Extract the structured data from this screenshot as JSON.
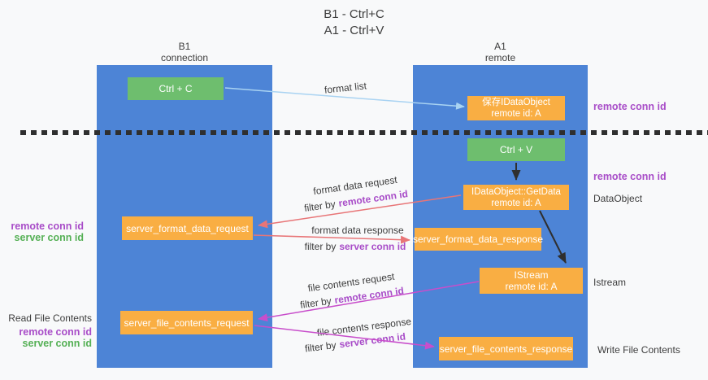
{
  "title": {
    "line1": "B1 - Ctrl+C",
    "line2": "A1 - Ctrl+V"
  },
  "columns": {
    "left": {
      "name": "B1",
      "role": "connection"
    },
    "right": {
      "name": "A1",
      "role": "remote"
    }
  },
  "nodes": {
    "ctrl_c": {
      "label": "Ctrl + C"
    },
    "save_dataobject": {
      "line1": "保存IDataObject",
      "line2": "remote id: A"
    },
    "ctrl_v": {
      "label": "Ctrl + V"
    },
    "getdata": {
      "line1": "IDataObject::GetData",
      "line2": "remote id: A"
    },
    "server_format_data_request": {
      "label": "server_format_data_request"
    },
    "server_format_data_response": {
      "label": "server_format_data_response"
    },
    "istream": {
      "line1": "IStream",
      "line2": "remote id: A"
    },
    "server_file_contents_request": {
      "label": "server_file_contents_request"
    },
    "server_file_contents_response": {
      "label": "server_file_contents_response"
    }
  },
  "side_labels": {
    "remote_conn_id": "remote conn id",
    "server_conn_id": "server conn id",
    "dataobject": "DataObject",
    "istream": "Istream",
    "read_file_contents": "Read File Contents",
    "write_file_contents": "Write File Contents"
  },
  "flow_labels": {
    "format_list": "format list",
    "format_data_request": "format data request",
    "format_data_response": "format data response",
    "file_contents_request": "file contents request",
    "file_contents_response": "file contents response",
    "filter_by": "filter by"
  },
  "colors": {
    "background": "#f8f9fa",
    "column_blue": "#4d84d6",
    "node_green": "#6ebe6e",
    "node_orange": "#f9ae43",
    "arrow_red": "#e87577",
    "arrow_magenta": "#c84ecb",
    "arrow_blue": "#a9d3f2",
    "dash_black": "#2f2f2f",
    "text_dark": "#3d3d3d",
    "text_purple": "#a84cc8",
    "text_green": "#55b055",
    "text_white": "#ffffff"
  }
}
